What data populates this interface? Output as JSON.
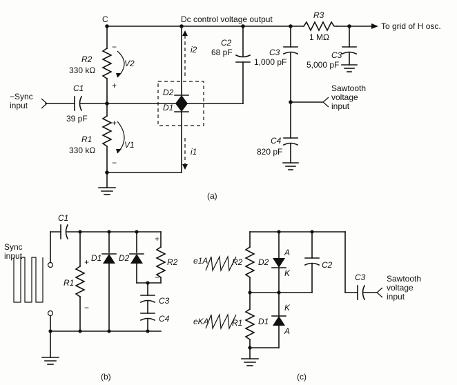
{
  "figure_a": {
    "node_c": "C",
    "output_label": "Dc control voltage output",
    "r3_name": "R3",
    "r3_value": "1 MΩ",
    "grid_label": "To grid of H osc.",
    "r2_name": "R2",
    "r2_value": "330 kΩ",
    "v2_name": "V2",
    "r1_name": "R1",
    "r1_value": "330 kΩ",
    "v1_name": "V1",
    "sync_input_label": "−Sync\ninput",
    "c1_name": "C1",
    "c1_value": "39 pF",
    "c2_name": "C2",
    "c2_value": "68 pF",
    "c3_name": "C3",
    "c3_value": "1,000 pF",
    "c5_name": "C3",
    "c5_value": "5,000 pF",
    "c4_name": "C4",
    "c4_value": "820 pF",
    "d2_name": "D2",
    "d1_name": "D1",
    "i2_name": "i2",
    "i1_name": "i1",
    "sawtooth_label": "Sawtooth\nvoltage\ninput",
    "plus": "+",
    "minus": "−",
    "caption": "(a)"
  },
  "figure_b": {
    "c1_name": "C1",
    "sync_input_label": "Sync\ninput",
    "r1_name": "R1",
    "d1_name": "D1",
    "d2_name": "D2",
    "r2_name": "R2",
    "c3_name": "C3",
    "c4_name": "C4",
    "plus": "+",
    "minus": "−",
    "caption": "(b)"
  },
  "figure_c": {
    "e_top": "e1A",
    "e_bottom": "eKA",
    "r2_name": "R2",
    "r1_name": "R1",
    "d2_name": "D2",
    "d1_name": "D1",
    "a_top": "A",
    "k_top": "K",
    "k_bottom": "K",
    "a_bottom": "A",
    "c2_name": "C2",
    "c3_name": "C3",
    "sawtooth_label": "Sawtooth\nvoltage\ninput",
    "caption": "(c)"
  }
}
